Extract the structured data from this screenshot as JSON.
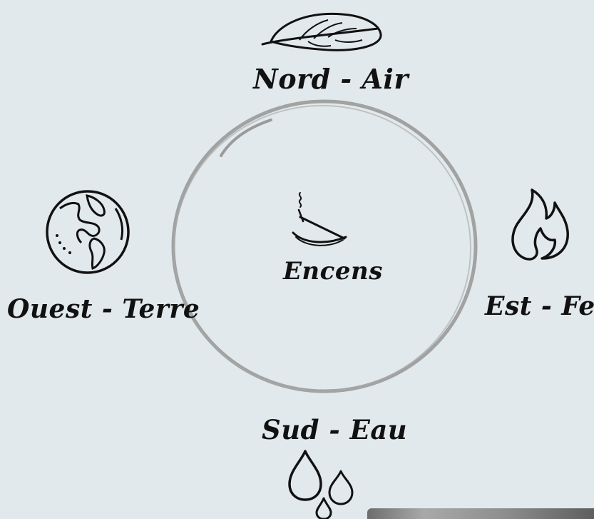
{
  "diagram": {
    "center": {
      "label": "Encens",
      "icon": "incense-icon"
    },
    "directions": [
      {
        "key": "north",
        "label": "Nord - Air",
        "icon": "feather-icon"
      },
      {
        "key": "east",
        "label": "Est - Feu",
        "icon": "flame-icon"
      },
      {
        "key": "south",
        "label": "Sud - Eau",
        "icon": "water-drops-icon"
      },
      {
        "key": "west",
        "label": "Ouest - Terre",
        "icon": "globe-icon"
      }
    ]
  },
  "colors": {
    "background": "#e2e9ec",
    "ink": "#111111",
    "circle": "#9a9a9a"
  }
}
